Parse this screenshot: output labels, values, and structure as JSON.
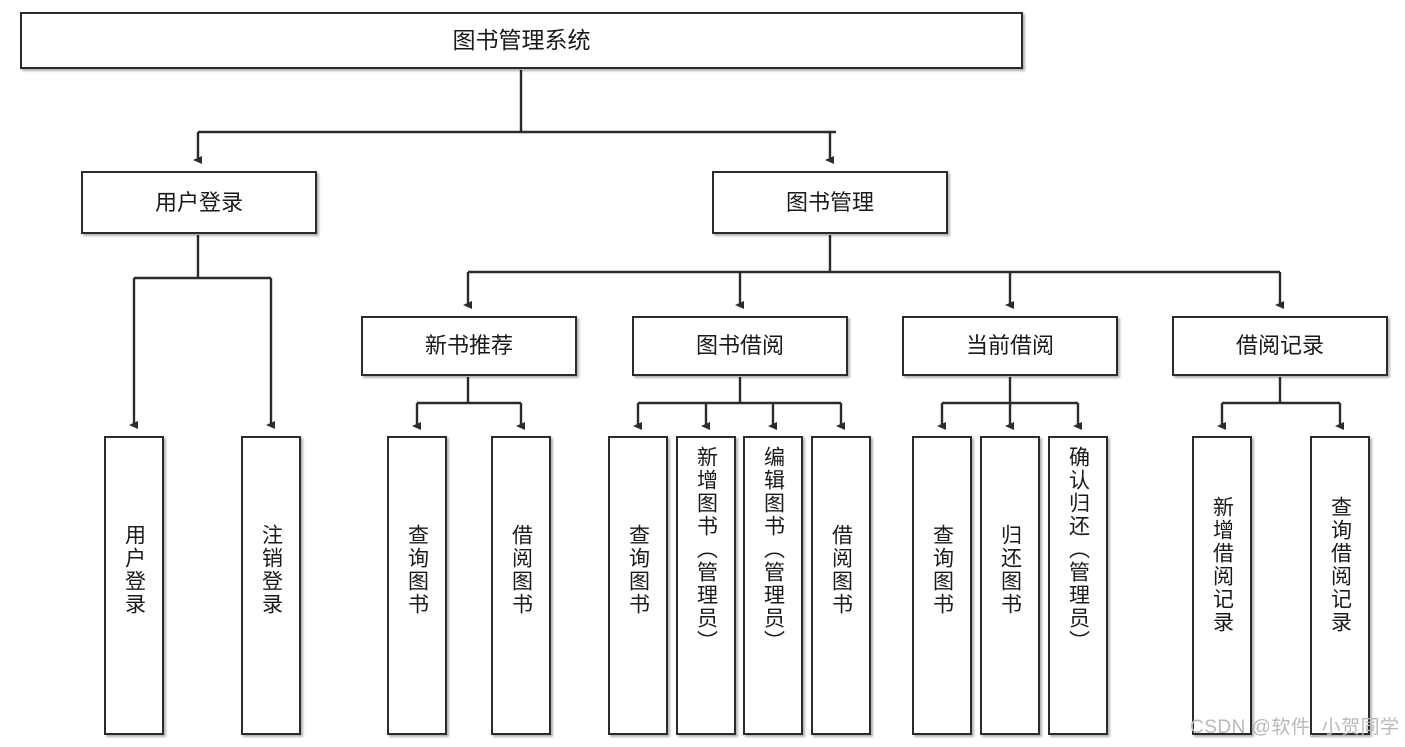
{
  "diagram": {
    "title": "图书管理系统",
    "type": "tree-hierarchy-chart",
    "root": {
      "label": "图书管理系统"
    },
    "level2": [
      {
        "label": "用户登录"
      },
      {
        "label": "图书管理"
      }
    ],
    "level3": [
      {
        "label": "新书推荐"
      },
      {
        "label": "图书借阅"
      },
      {
        "label": "当前借阅"
      },
      {
        "label": "借阅记录"
      }
    ],
    "leaves": {
      "user_login": [
        {
          "label": "用户登录"
        },
        {
          "label": "注销登录"
        }
      ],
      "new_book_recommend": [
        {
          "label": "查询图书"
        },
        {
          "label": "借阅图书"
        }
      ],
      "book_borrow": [
        {
          "label": "查询图书"
        },
        {
          "label": "新增图书（管理员）"
        },
        {
          "label": "编辑图书（管理员）"
        },
        {
          "label": "借阅图书"
        }
      ],
      "current_borrow": [
        {
          "label": "查询图书"
        },
        {
          "label": "归还图书"
        },
        {
          "label": "确认归还（管理员）"
        }
      ],
      "borrow_records": [
        {
          "label": "新增借阅记录"
        },
        {
          "label": "查询借阅记录"
        }
      ]
    }
  },
  "watermark": {
    "text": "CSDN @软件_小贺同学"
  },
  "colors": {
    "border": "#2b2b2b",
    "background": "#ffffff",
    "text": "#1a1a1a",
    "watermark": "#b9b9b9"
  }
}
